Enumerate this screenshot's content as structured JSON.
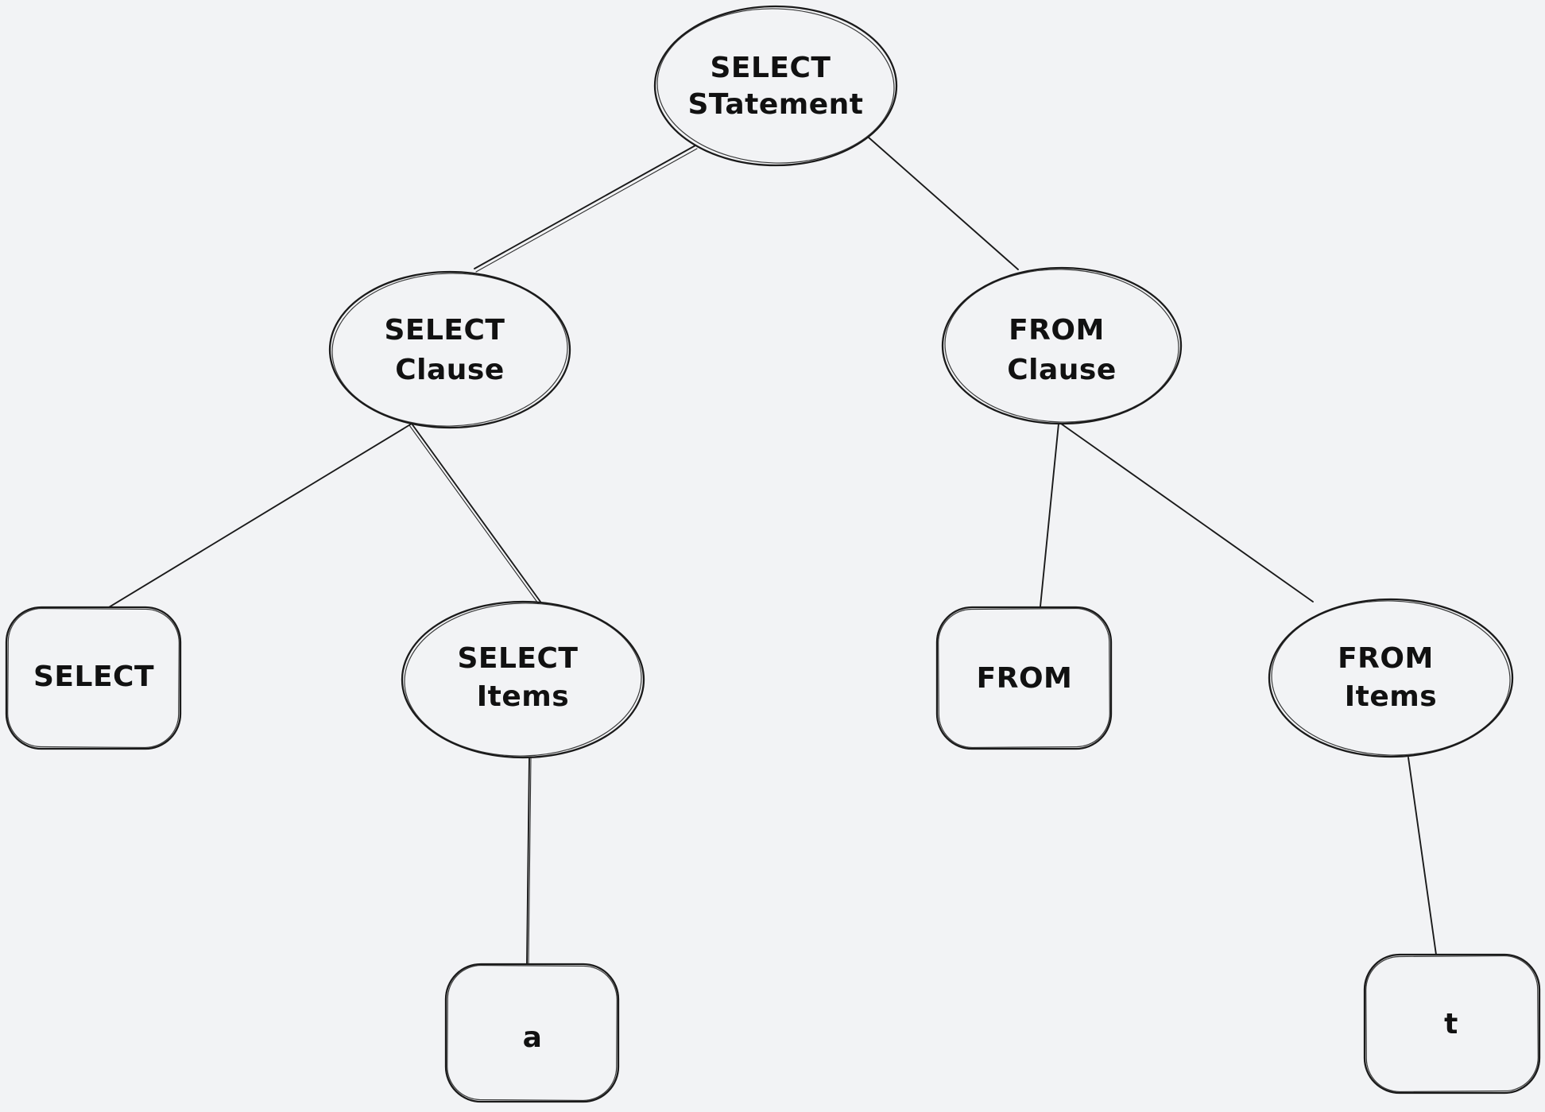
{
  "canvas": {
    "background": "#f2f3f5",
    "stroke": "#1a1a1a",
    "text": "#111111"
  },
  "diagram": {
    "type": "tree",
    "description": "Hand-drawn parse tree of a SQL SELECT statement",
    "nodes": [
      {
        "id": "select-statement",
        "shape": "ellipse",
        "label": "SELECT STatement",
        "lines": [
          "SELECT",
          "STatement"
        ]
      },
      {
        "id": "select-clause",
        "shape": "ellipse",
        "label": "SELECT Clause",
        "lines": [
          "SELECT",
          "Clause"
        ]
      },
      {
        "id": "from-clause",
        "shape": "ellipse",
        "label": "FROM Clause",
        "lines": [
          "FROM",
          "Clause"
        ]
      },
      {
        "id": "select-keyword",
        "shape": "rounded-rect",
        "label": "SELECT",
        "lines": [
          "SELECT"
        ]
      },
      {
        "id": "select-items",
        "shape": "ellipse",
        "label": "SELECT Items",
        "lines": [
          "SELECT",
          "Items"
        ]
      },
      {
        "id": "from-keyword",
        "shape": "rounded-rect",
        "label": "FROM",
        "lines": [
          "FROM"
        ]
      },
      {
        "id": "from-items",
        "shape": "ellipse",
        "label": "FROM Items",
        "lines": [
          "FROM",
          "Items"
        ]
      },
      {
        "id": "a-literal",
        "shape": "rounded-rect",
        "label": "a",
        "lines": [
          "a"
        ]
      },
      {
        "id": "t-literal",
        "shape": "rounded-rect",
        "label": "t",
        "lines": [
          "t"
        ]
      }
    ],
    "edges": [
      {
        "from": "select-statement",
        "to": "select-clause"
      },
      {
        "from": "select-statement",
        "to": "from-clause"
      },
      {
        "from": "select-clause",
        "to": "select-keyword"
      },
      {
        "from": "select-clause",
        "to": "select-items"
      },
      {
        "from": "from-clause",
        "to": "from-keyword"
      },
      {
        "from": "from-clause",
        "to": "from-items"
      },
      {
        "from": "select-items",
        "to": "a-literal"
      },
      {
        "from": "from-items",
        "to": "t-literal"
      }
    ]
  }
}
